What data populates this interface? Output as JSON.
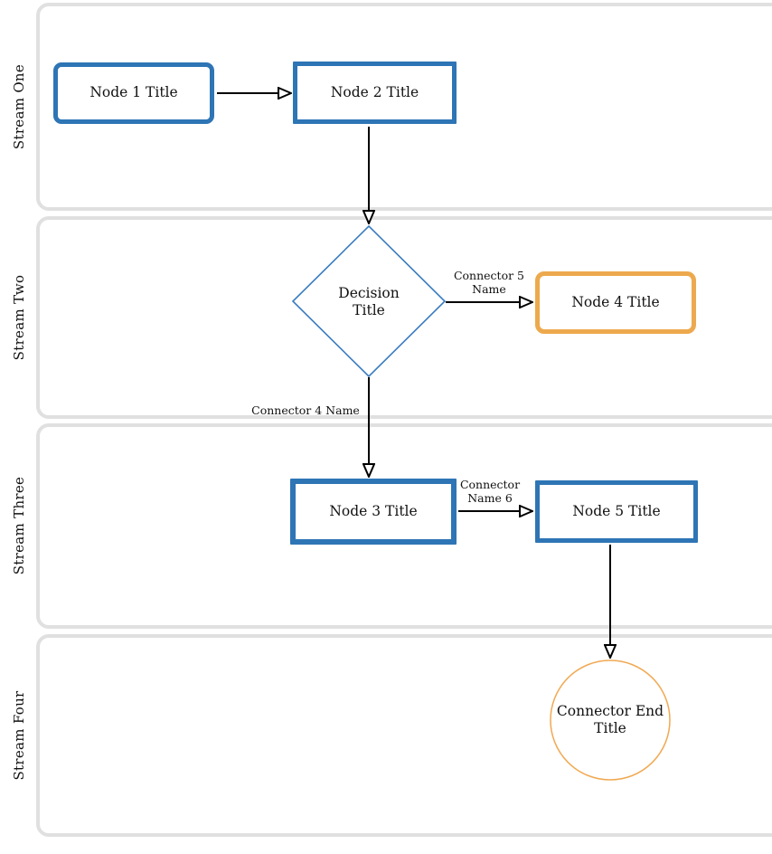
{
  "diagram": {
    "lanes": [
      {
        "label": "Stream One"
      },
      {
        "label": "Stream Two"
      },
      {
        "label": "Stream Three"
      },
      {
        "label": "Stream Four"
      }
    ],
    "nodes": {
      "node1": {
        "title": "Node 1 Title",
        "shape": "rounded-rect",
        "border_color": "#2E75B5"
      },
      "node2": {
        "title": "Node 2 Title",
        "shape": "rect",
        "border_color": "#2E75B5"
      },
      "decision": {
        "title": "Decision\nTitle",
        "shape": "diamond",
        "border_color": "#3A7CBF"
      },
      "node4": {
        "title": "Node 4 Title",
        "shape": "rounded-rect",
        "border_color": "#EDA94D"
      },
      "node3": {
        "title": "Node 3 Title",
        "shape": "rect",
        "border_color": "#2E75B5"
      },
      "node5": {
        "title": "Node 5 Title",
        "shape": "rect",
        "border_color": "#2E75B5"
      },
      "end_circle": {
        "title": "Connector End\nTitle",
        "shape": "circle",
        "border_color": "#F0A953"
      }
    },
    "connectors": {
      "c5": {
        "label": "Connector 5\nName"
      },
      "c4": {
        "label": "Connector 4 Name"
      },
      "c6": {
        "label": "Connector\nName 6"
      }
    },
    "colors": {
      "node_blue": "#2E75B5",
      "node_orange": "#EDA94D",
      "diamond_stroke": "#3A7CBF",
      "circle_stroke": "#F0A953",
      "lane_border": "#E0E0E0",
      "arrow": "#000000"
    }
  }
}
